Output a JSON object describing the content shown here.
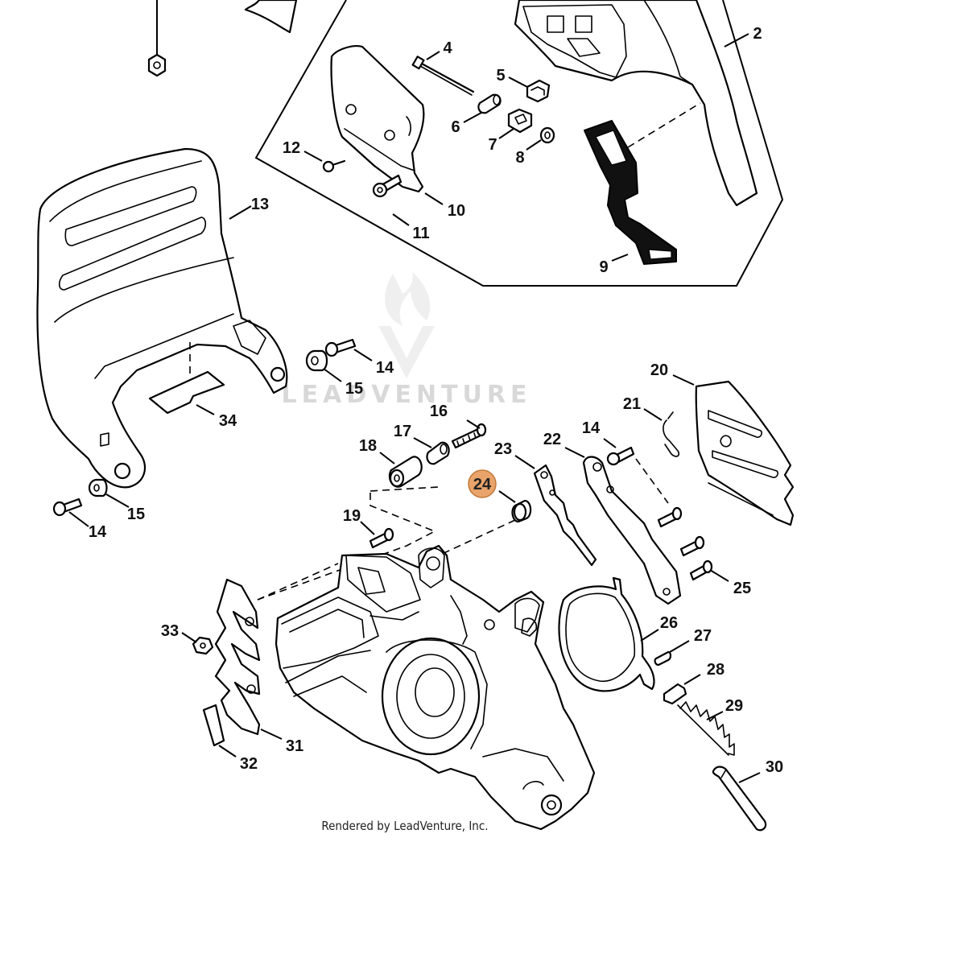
{
  "diagram": {
    "credit": "Rendered by LeadVenture, Inc.",
    "watermark": "LEADVENTURE",
    "highlight_color": "#e8a46a",
    "highlighted_part": "24",
    "callouts": [
      "2",
      "4",
      "5",
      "6",
      "7",
      "8",
      "9",
      "10",
      "11",
      "12",
      "13",
      "14",
      "14",
      "14",
      "15",
      "15",
      "16",
      "17",
      "18",
      "19",
      "20",
      "21",
      "22",
      "23",
      "24",
      "25",
      "26",
      "27",
      "28",
      "29",
      "30",
      "31",
      "32",
      "33",
      "34"
    ]
  }
}
